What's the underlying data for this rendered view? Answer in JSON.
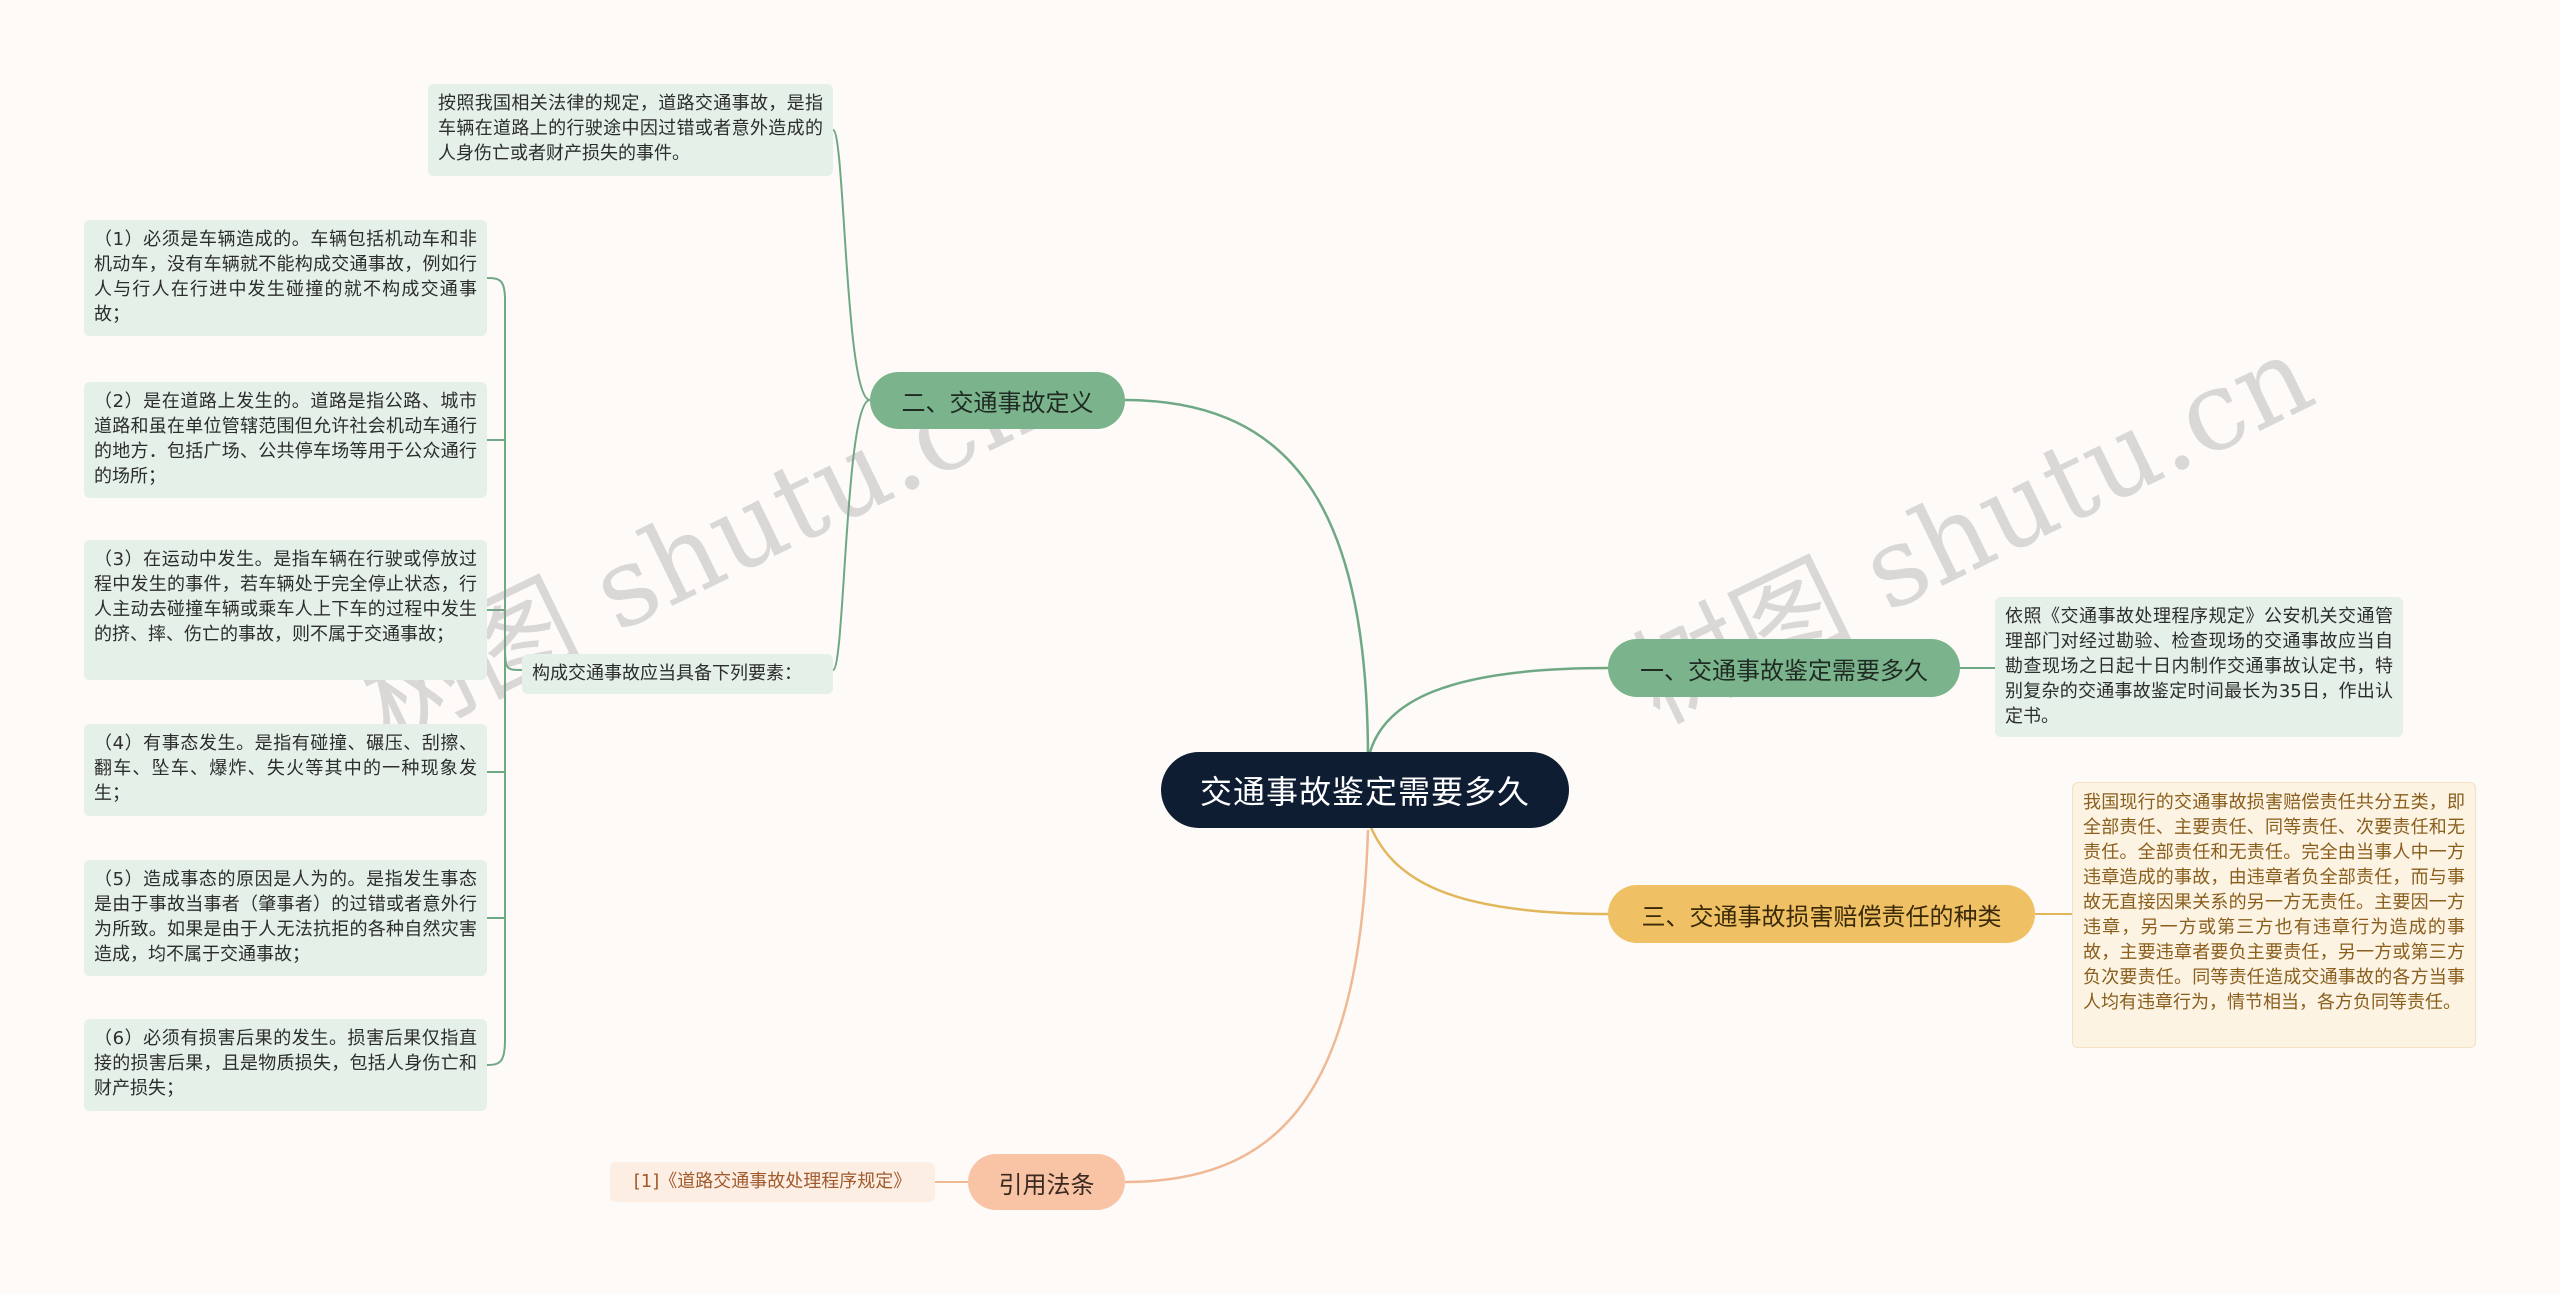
{
  "root": {
    "title": "交通事故鉴定需要多久"
  },
  "branches": {
    "b1": {
      "title": "一、交通事故鉴定需要多久",
      "text": "依照《交通事故处理程序规定》公安机关交通管理部门对经过勘验、检查现场的交通事故应当自勘查现场之日起十日内制作交通事故认定书，特别复杂的交通事故鉴定时间最长为35日，作出认定书。"
    },
    "b2": {
      "title": "二、交通事故定义",
      "definition": "按照我国相关法律的规定，道路交通事故，是指车辆在道路上的行驶途中因过错或者意外造成的人身伤亡或者财产损失的事件。",
      "elements_label": "构成交通事故应当具备下列要素：",
      "elements": [
        "（1）必须是车辆造成的。车辆包括机动车和非机动车，没有车辆就不能构成交通事故，例如行人与行人在行进中发生碰撞的就不构成交通事故；",
        "（2）是在道路上发生的。道路是指公路、城市道路和虽在单位管辖范围但允许社会机动车通行的地方．包括广场、公共停车场等用于公众通行的场所；",
        "（3）在运动中发生。是指车辆在行驶或停放过程中发生的事件，若车辆处于完全停止状态，行人主动去碰撞车辆或乘车人上下车的过程中发生的挤、摔、伤亡的事故，则不属于交通事故；",
        "（4）有事态发生。是指有碰撞、碾压、刮擦、翻车、坠车、爆炸、失火等其中的一种现象发生；",
        "（5）造成事态的原因是人为的。是指发生事态是由于事故当事者（肇事者）的过错或者意外行为所致。如果是由于人无法抗拒的各种自然灾害造成，均不属于交通事故；",
        "（6）必须有损害后果的发生。损害后果仅指直接的损害后果，且是物质损失，包括人身伤亡和财产损失；"
      ]
    },
    "b3": {
      "title": "三、交通事故损害赔偿责任的种类",
      "text": "我国现行的交通事故损害赔偿责任共分五类，即全部责任、主要责任、同等责任、次要责任和无责任。全部责任和无责任。完全由当事人中一方违章造成的事故，由违章者负全部责任，而与事故无直接因果关系的另一方无责任。主要因一方违章，另一方或第三方也有违章行为造成的事故，主要违章者要负主要责任，另一方或第三方负次要责任。同等责任造成交通事故的各方当事人均有违章行为，情节相当，各方负同等责任。"
    },
    "b4": {
      "title": "引用法条",
      "text": "[1]《道路交通事故处理程序规定》"
    }
  },
  "watermarks": [
    "树图 shutu.cn",
    "树图 shutu.cn"
  ],
  "colors": {
    "root": "#0f1d33",
    "green": "#7bb38c",
    "yellow": "#f0c064",
    "peach": "#f8c4a5",
    "line_green": "#6fa884",
    "line_yellow": "#e2b75c",
    "line_peach": "#f0b996"
  }
}
